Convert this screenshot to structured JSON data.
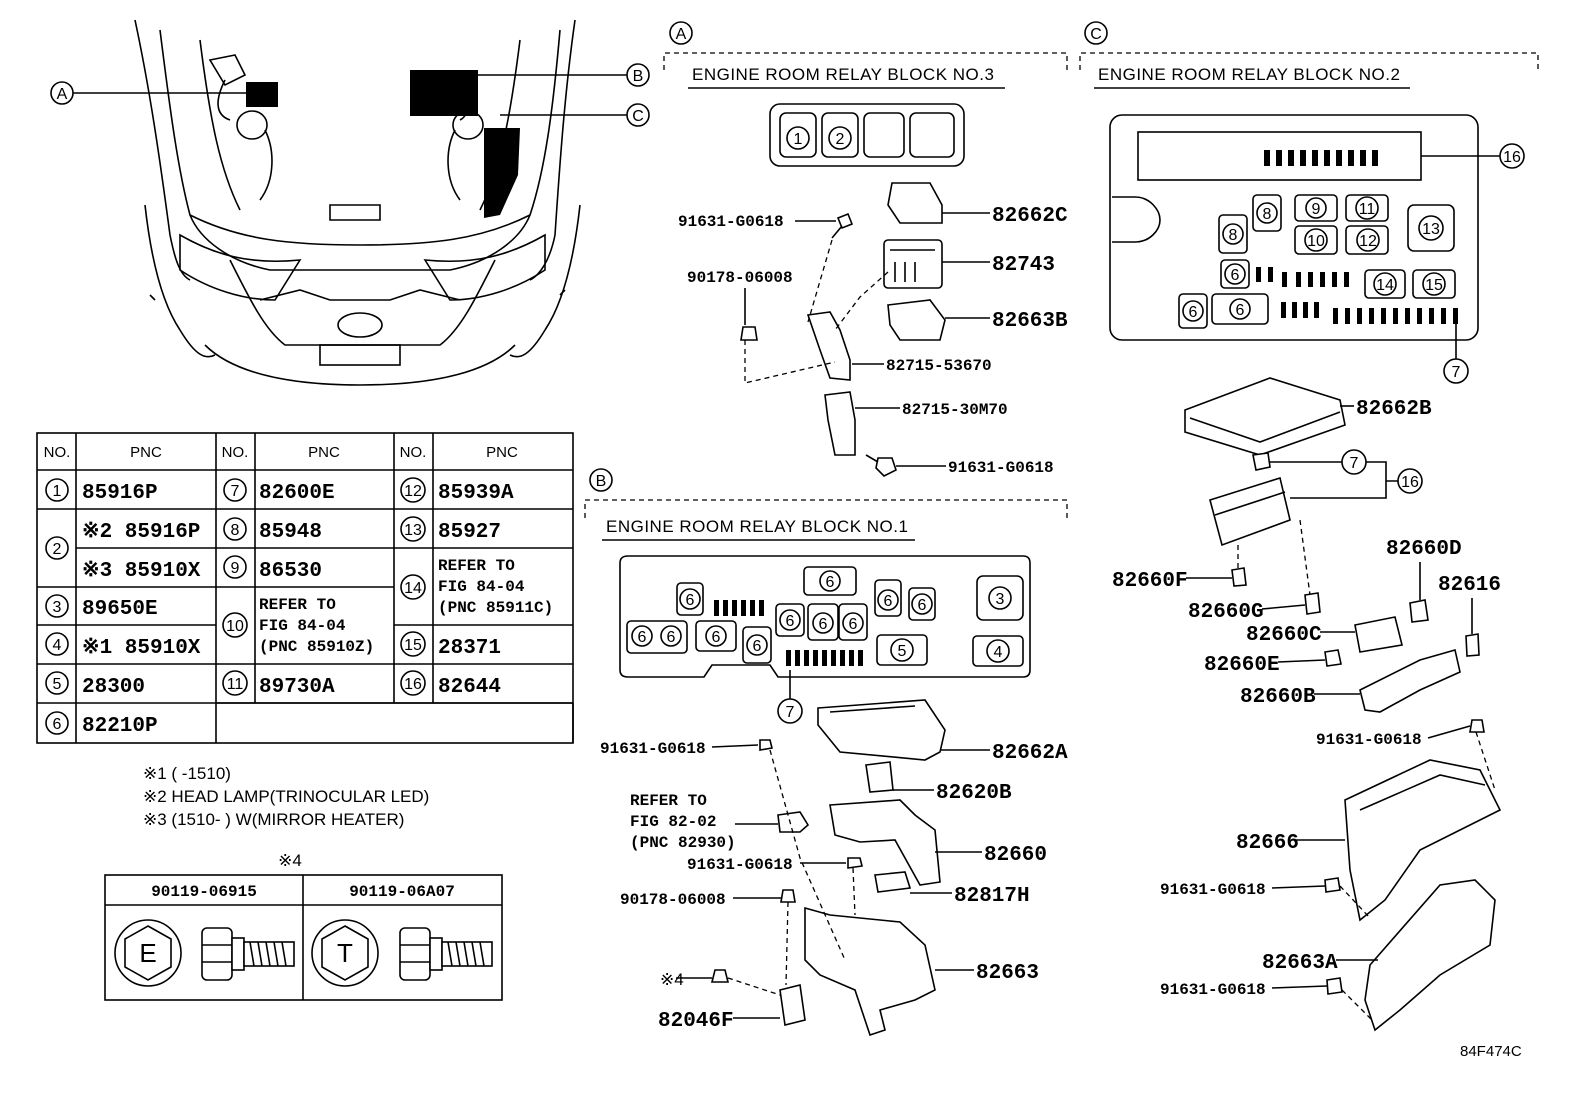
{
  "section_labels": {
    "a": "A",
    "b": "B",
    "c": "C"
  },
  "titles": {
    "block3": "ENGINE ROOM RELAY BLOCK  NO.3",
    "block1": "ENGINE ROOM RELAY BLOCK  NO.1",
    "block2": "ENGINE ROOM RELAY BLOCK  NO.2"
  },
  "table": {
    "headers": {
      "no": "NO.",
      "pnc": "PNC"
    },
    "rows": [
      {
        "no": "1",
        "pnc": "85916P"
      },
      {
        "no": "2",
        "pnc": "※2 85916P"
      },
      {
        "no": "",
        "pnc": "※3 85910X"
      },
      {
        "no": "3",
        "pnc": "89650E"
      },
      {
        "no": "4",
        "pnc": "※1 85910X"
      },
      {
        "no": "5",
        "pnc": "28300"
      },
      {
        "no": "6",
        "pnc": "82210P"
      },
      {
        "no": "7",
        "pnc": "82600E"
      },
      {
        "no": "8",
        "pnc": "85948"
      },
      {
        "no": "9",
        "pnc": "86530"
      },
      {
        "no": "10",
        "pnc": "REFER TO|FIG 84-04|(PNC 85910Z)"
      },
      {
        "no": "11",
        "pnc": "89730A"
      },
      {
        "no": "12",
        "pnc": "85939A"
      },
      {
        "no": "13",
        "pnc": "85927"
      },
      {
        "no": "14",
        "pnc": "REFER TO|FIG 84-04|(PNC 85911C)"
      },
      {
        "no": "15",
        "pnc": "28371"
      },
      {
        "no": "16",
        "pnc": "82644"
      }
    ]
  },
  "notes": [
    "※1 (        -1510)",
    "※2 HEAD LAMP(TRINOCULAR LED)",
    "※3 (1510-        ) W(MIRROR HEATER)"
  ],
  "bolt_table": {
    "mark": "※4",
    "col1": "90119-06915",
    "col2": "90119-06A07",
    "sym1": "E",
    "sym2": "T"
  },
  "parts_a": {
    "p82662C": "82662C",
    "p82743": "82743",
    "p82663B": "82663B",
    "p8271553670": "82715-53670",
    "p8271530M70": "82715-30M70",
    "bolt1": "91631-G0618",
    "nut": "90178-06008",
    "bolt2": "91631-G0618"
  },
  "parts_b": {
    "p82662A": "82662A",
    "p82620B": "82620B",
    "p82660": "82660",
    "p82817H": "82817H",
    "p82663": "82663",
    "p82046F": "82046F",
    "bolt1": "91631-G0618",
    "bolt2": "91631-G0618",
    "nut": "90178-06008",
    "star4": "※4",
    "refer1": "REFER TO",
    "refer2": "FIG 82-02",
    "refer3": "(PNC 82930)"
  },
  "parts_c": {
    "p82662B": "82662B",
    "p82660F": "82660F",
    "p82660G": "82660G",
    "p82660D": "82660D",
    "p82616": "82616",
    "p82660C": "82660C",
    "p82660E": "82660E",
    "p82660B": "82660B",
    "p82666": "82666",
    "p82663A": "82663A",
    "bolt1": "91631-G0618",
    "bolt2": "91631-G0618",
    "bolt3": "91631-G0618"
  },
  "figure_code": "84F474C"
}
